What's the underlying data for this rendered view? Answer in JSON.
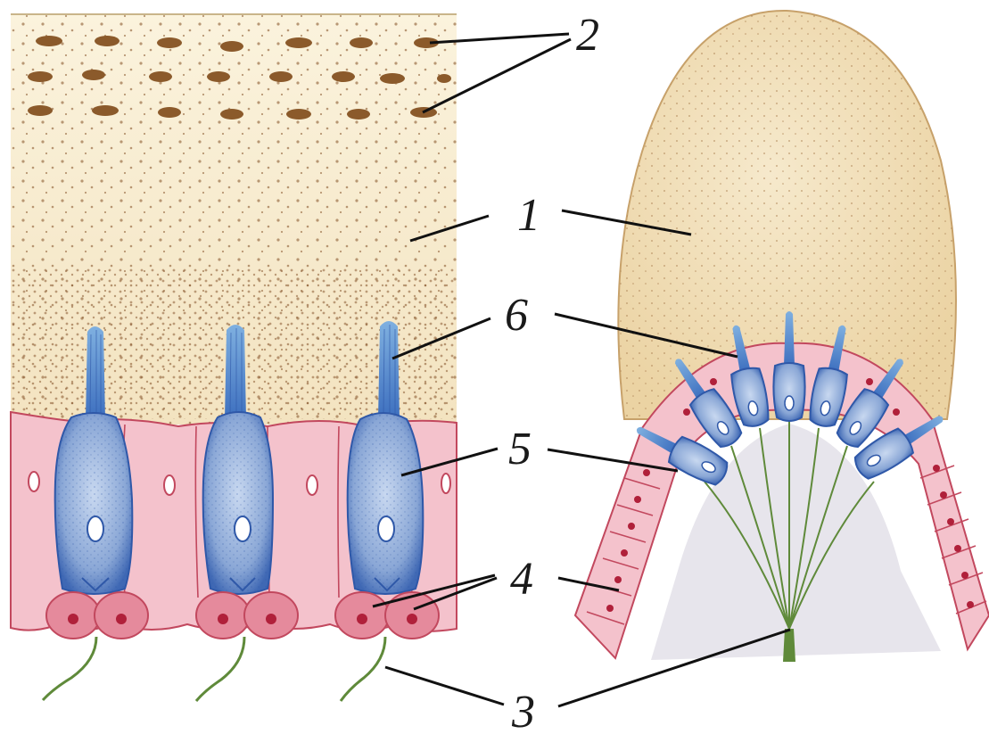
{
  "labels": {
    "l1": "1",
    "l2": "2",
    "l3": "3",
    "l4": "4",
    "l5": "5",
    "l6": "6"
  },
  "colors": {
    "gel": "#f7efd6",
    "granule": "#8b5a2b",
    "epithelium": "#f2b8c4",
    "epithelium_border": "#c2485e",
    "receptor": "#6a8fc9",
    "receptor_border": "#2f58a8",
    "nucleus_red": "#b0203a",
    "nerve": "#5f8a3a",
    "cupula": "#f0dfb5",
    "connective": "#e6e4ea"
  },
  "icons": [
    "statoconia-membrane",
    "hair-cell",
    "supporting-cell",
    "nerve-fiber",
    "cupula",
    "crista"
  ]
}
